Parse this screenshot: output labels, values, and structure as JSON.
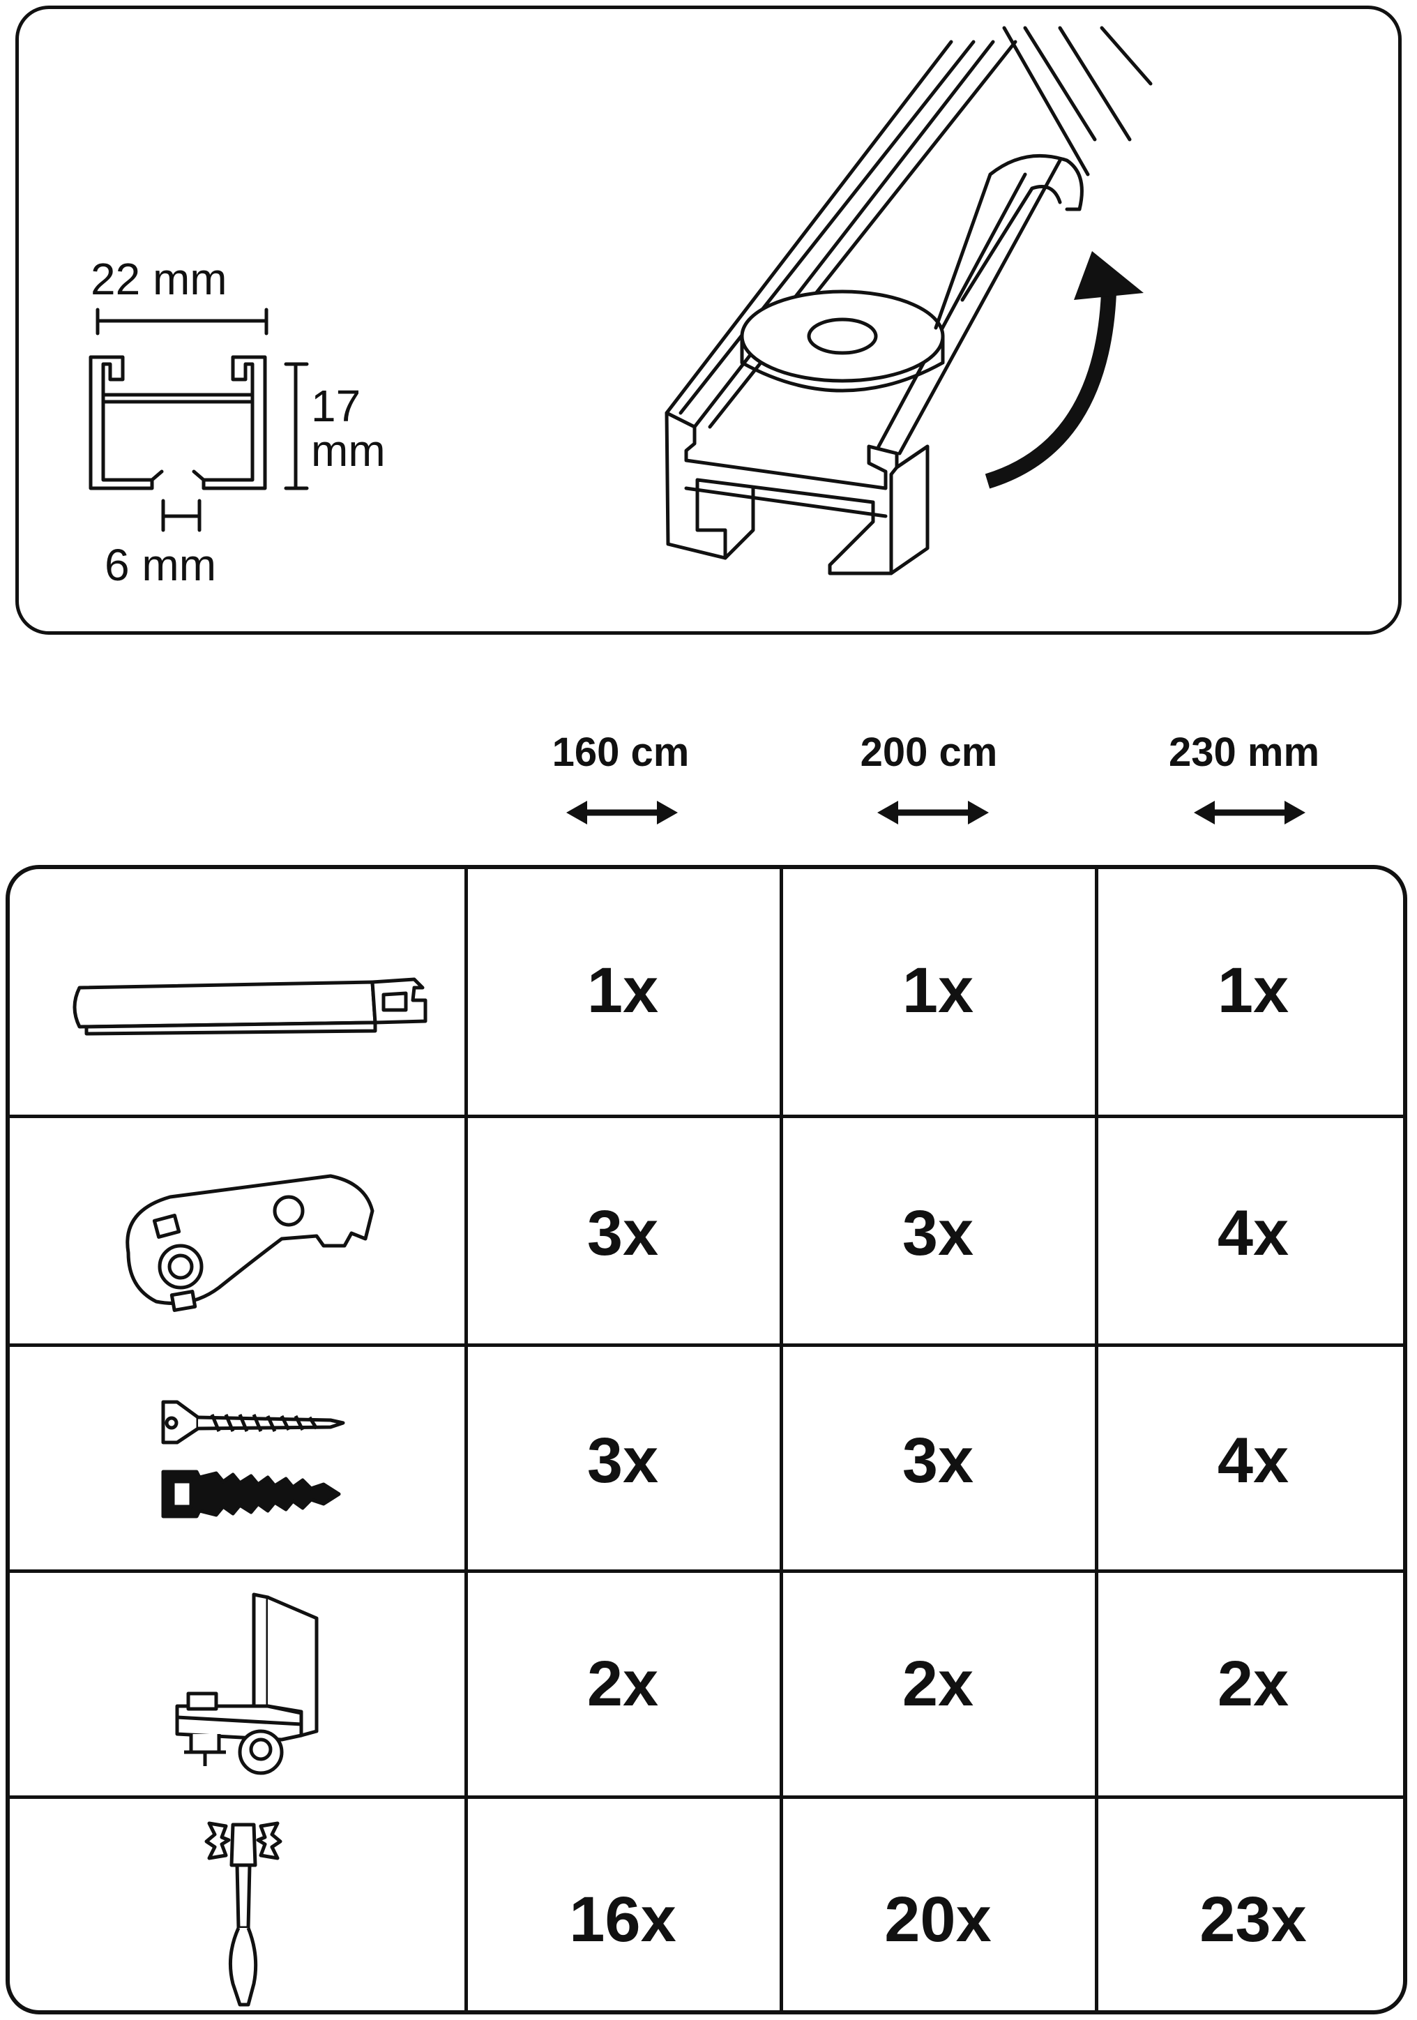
{
  "profile": {
    "width_label": "22 mm",
    "height_value": "17",
    "height_unit": "mm",
    "gap_label": "6 mm"
  },
  "columns": [
    {
      "label": "160 cm"
    },
    {
      "label": "200 cm"
    },
    {
      "label": "230 mm"
    }
  ],
  "rows": [
    {
      "icon": "rail-icon",
      "values": [
        "1x",
        "1x",
        "1x"
      ]
    },
    {
      "icon": "ceiling-clip-icon",
      "values": [
        "3x",
        "3x",
        "4x"
      ]
    },
    {
      "icon": "screw-and-dowel-icon",
      "values": [
        "3x",
        "3x",
        "4x"
      ]
    },
    {
      "icon": "end-stop-icon",
      "values": [
        "2x",
        "2x",
        "2x"
      ]
    },
    {
      "icon": "glider-hook-icon",
      "values": [
        "16x",
        "20x",
        "23x"
      ]
    }
  ],
  "colors": {
    "ink": "#111111",
    "background": "#ffffff"
  }
}
